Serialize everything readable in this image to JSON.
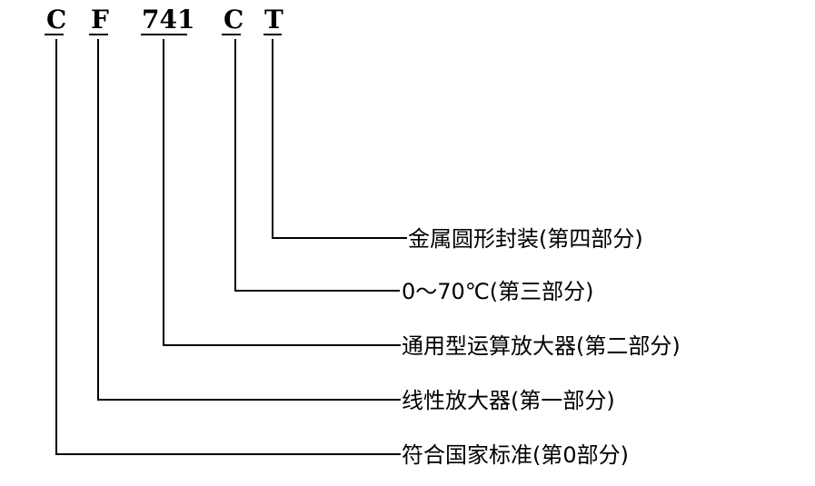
{
  "code_parts": [
    {
      "text": "C"
    },
    {
      "text": "F"
    },
    {
      "text": "741"
    },
    {
      "text": "C"
    },
    {
      "text": "T"
    }
  ],
  "labels": [
    "金属圆形封装(第四部分)",
    "0～70℃(第三部分)",
    "通用型运算放大器(第二部分)",
    "线性放大器(第一部分)",
    "符合国家标准(第0部分)"
  ]
}
